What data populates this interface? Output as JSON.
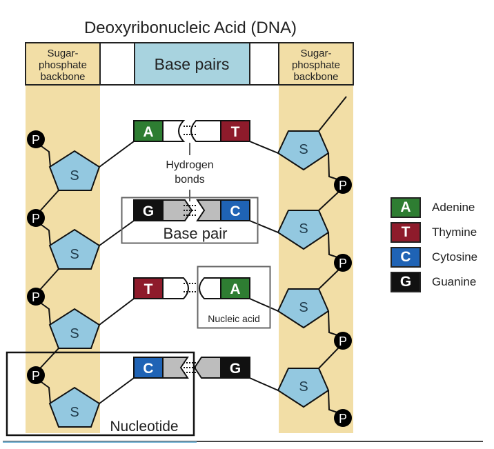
{
  "title": "Deoxyribonucleic Acid (DNA)",
  "header": {
    "left_backbone": [
      "Sugar-",
      "phosphate",
      "backbone"
    ],
    "base_pairs": "Base pairs",
    "right_backbone": [
      "Sugar-",
      "phosphate",
      "backbone"
    ]
  },
  "colors": {
    "backbone": "#f2dea6",
    "sugar": "#93c8e0",
    "base_pairs_header": "#a8d3df",
    "A": "#2e7d32",
    "T": "#8e1b2b",
    "C": "#1f63b5",
    "G": "#111111",
    "phosphate": "#000000"
  },
  "symbols": {
    "sugar": "S",
    "phosphate": "P"
  },
  "pairs": [
    {
      "left": "A",
      "right": "T"
    },
    {
      "left": "G",
      "right": "C"
    },
    {
      "left": "T",
      "right": "A"
    },
    {
      "left": "C",
      "right": "G"
    }
  ],
  "labels": {
    "hydrogen_bonds": [
      "Hydrogen",
      "bonds"
    ],
    "base_pair": "Base pair",
    "nucleic_acid": "Nucleic acid",
    "nucleotide": "Nucleotide"
  },
  "legend": [
    {
      "letter": "A",
      "name": "Adenine"
    },
    {
      "letter": "T",
      "name": "Thymine"
    },
    {
      "letter": "C",
      "name": "Cytosine"
    },
    {
      "letter": "G",
      "name": "Guanine"
    }
  ]
}
